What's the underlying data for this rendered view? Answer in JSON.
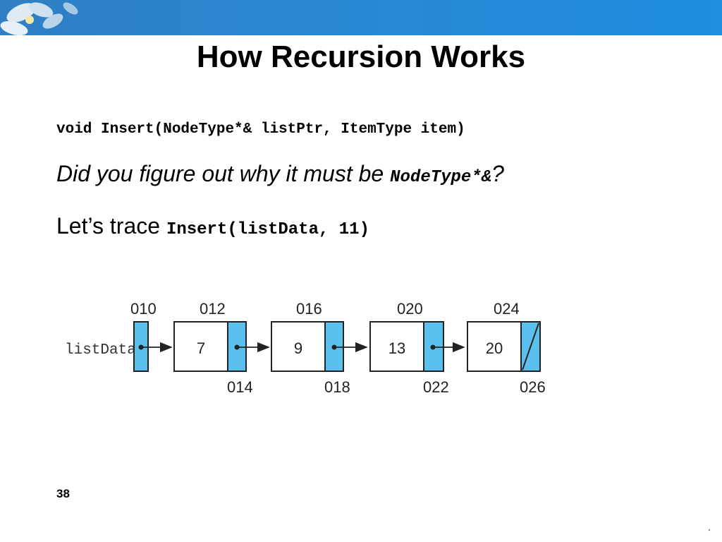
{
  "slide": {
    "title": "How Recursion Works",
    "code_signature": "void Insert(NodeType*& listPtr, ItemType item)",
    "question_prefix": "Did you figure out why it must be ",
    "question_code": "NodeType*&",
    "question_suffix": "?",
    "trace_prefix": "Let’s trace ",
    "trace_code": "Insert(listData, 11)",
    "page_number": "38"
  },
  "diagram": {
    "pointer_label": "listData",
    "pointer_address": "010",
    "nodes": [
      {
        "info": "7",
        "info_address": "012",
        "next_address": "014",
        "next": "pointer"
      },
      {
        "info": "9",
        "info_address": "016",
        "next_address": "018",
        "next": "pointer"
      },
      {
        "info": "13",
        "info_address": "020",
        "next_address": "022",
        "next": "pointer"
      },
      {
        "info": "20",
        "info_address": "024",
        "next_address": "026",
        "next": "null"
      }
    ],
    "colors": {
      "pointer_fill": "#5bc0ee",
      "node_fill": "#ffffff",
      "stroke": "#222222",
      "banner": "#2a86cf"
    }
  }
}
